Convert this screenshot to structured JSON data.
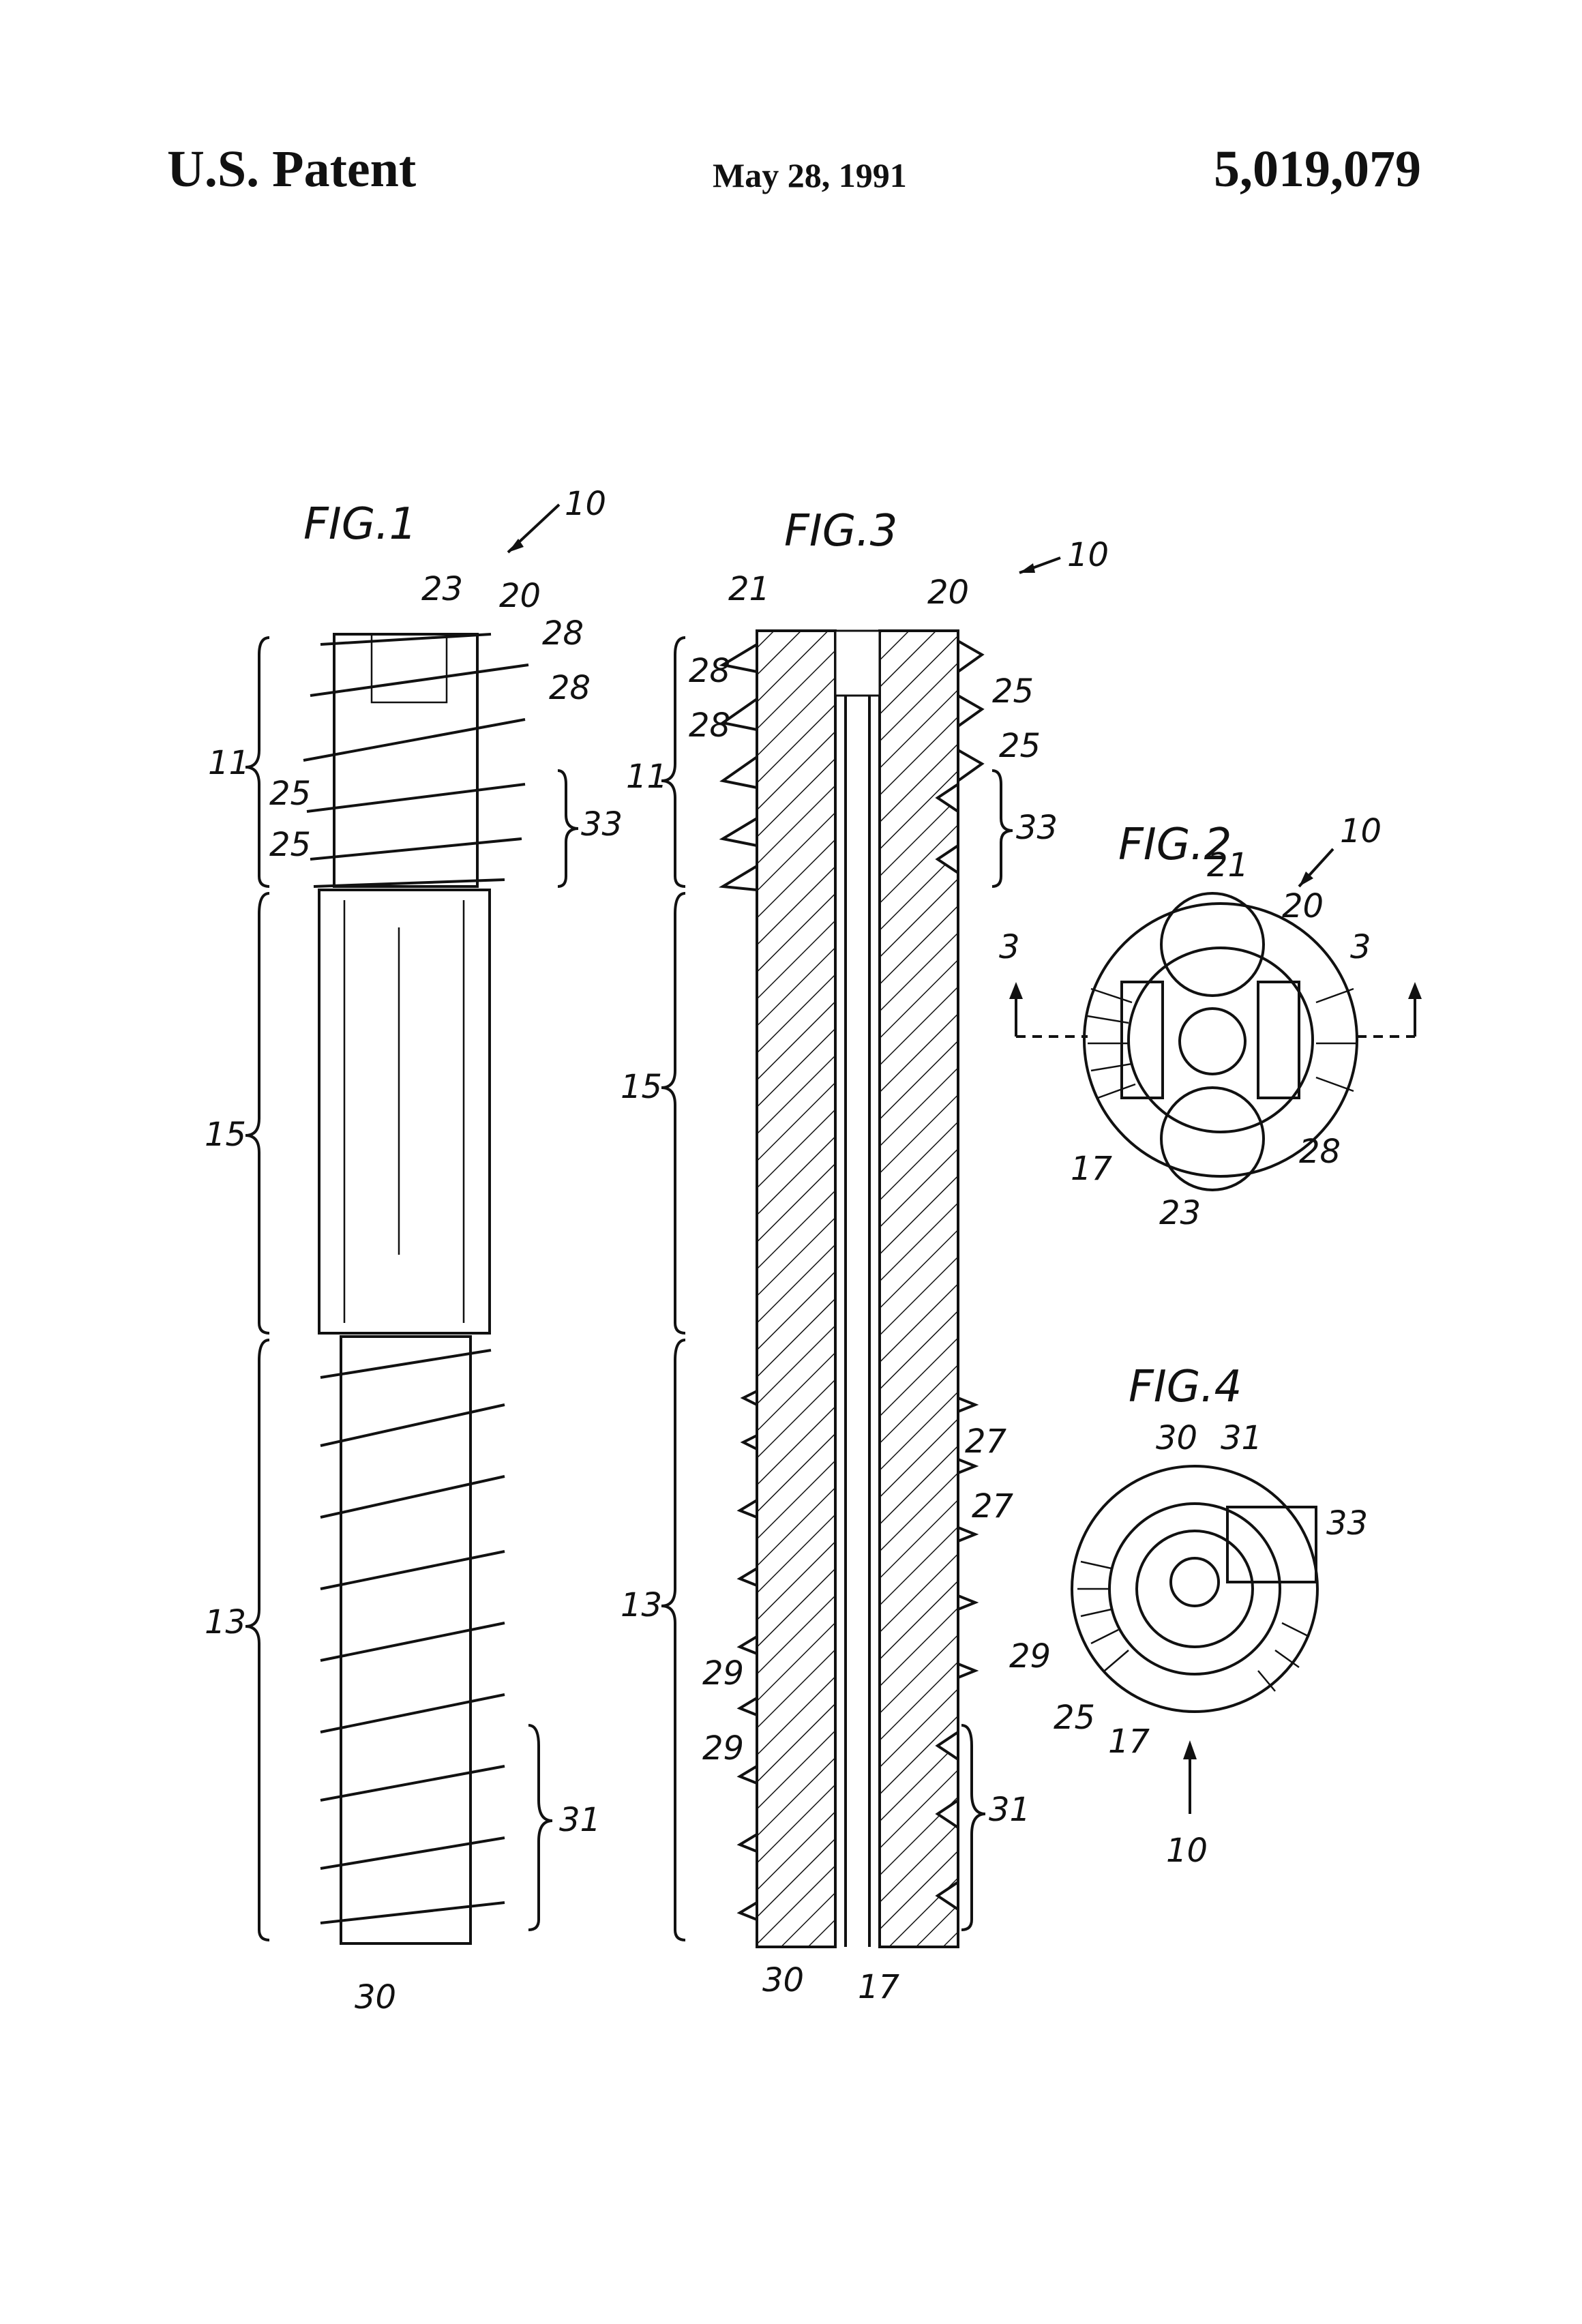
{
  "header": {
    "left": "U.S. Patent",
    "date": "May 28, 1991",
    "number": "5,019,079"
  },
  "figures": {
    "fig1": {
      "title": "FIG.1",
      "labels": {
        "ref": "10",
        "n23": "23",
        "n20": "20",
        "n28a": "28",
        "n28b": "28",
        "n11": "11",
        "n25a": "25",
        "n25b": "25",
        "n33": "33",
        "n15": "15",
        "n13": "13",
        "n31": "31",
        "n30": "30"
      }
    },
    "fig3": {
      "title": "FIG.3",
      "labels": {
        "ref": "10",
        "n21": "21",
        "n20": "20",
        "n28a": "28",
        "n28b": "28",
        "n25a": "25",
        "n25b": "25",
        "n11": "11",
        "n33": "33",
        "n15": "15",
        "n13": "13",
        "n27a": "27",
        "n27b": "27",
        "n29a": "29",
        "n29b": "29",
        "n31": "31",
        "n30": "30",
        "n17": "17"
      }
    },
    "fig2": {
      "title": "FIG.2",
      "labels": {
        "ref": "10",
        "n21": "21",
        "n20": "20",
        "s3a": "3",
        "s3b": "3",
        "n17": "17",
        "n28": "28",
        "n23": "23"
      }
    },
    "fig4": {
      "title": "FIG.4",
      "labels": {
        "n30": "30",
        "n31": "31",
        "n33": "33",
        "n29": "29",
        "n25": "25",
        "n17": "17",
        "ref": "10"
      }
    }
  }
}
